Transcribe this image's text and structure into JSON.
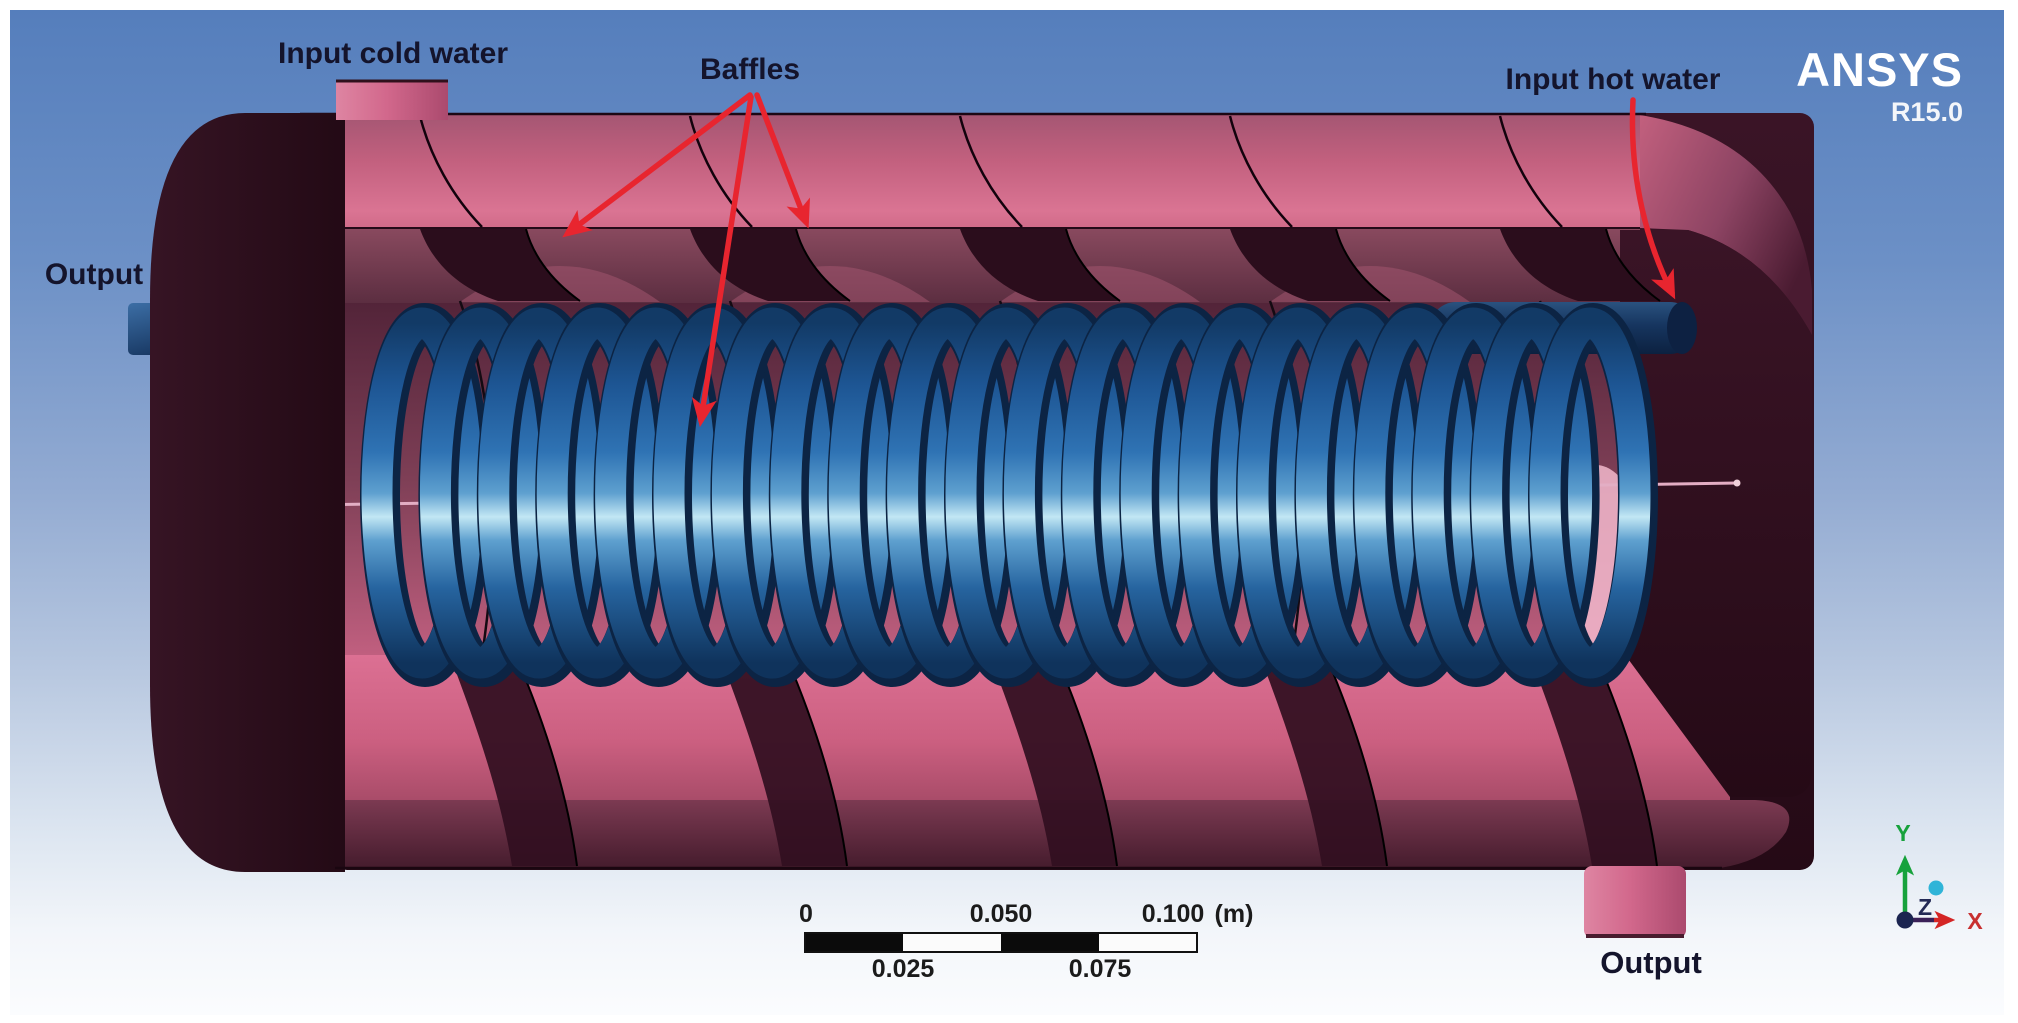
{
  "logo": {
    "brand": "ANSYS",
    "release": "R15.0"
  },
  "annotations": {
    "input_cold_water": "Input cold water",
    "baffles": "Baffles",
    "input_hot_water": "Input hot water",
    "output_left": "Output",
    "output_bottom": "Output"
  },
  "scale_bar": {
    "ticks_top": [
      "0",
      "0.050",
      "0.100"
    ],
    "unit_label": "(m)",
    "ticks_bottom": [
      "0.025",
      "0.075"
    ],
    "segments": 4,
    "range_m": [
      0,
      0.1
    ]
  },
  "triad": {
    "y_label": "Y",
    "x_label": "X",
    "z_label": "Z",
    "y_color": "#17a23c",
    "x_color": "#c83030",
    "z_dot_color": "#2fb4d8"
  },
  "model": {
    "coil_turns": 21,
    "baffle_count": 5
  },
  "colors": {
    "background_top": "#557ebc",
    "background_bottom": "#fbfcfe",
    "shell_pink": "#c4627f",
    "shell_dark_maroon": "#2c0e1d",
    "inner_wall_pink": "#d96d90",
    "coil_blue": "#2f73b4",
    "coil_highlight": "#c2e7f4",
    "pipe_navy": "#16355f",
    "annotation_red": "#e8252f",
    "label_text": "#14142c",
    "logo_white": "#ffffff"
  }
}
